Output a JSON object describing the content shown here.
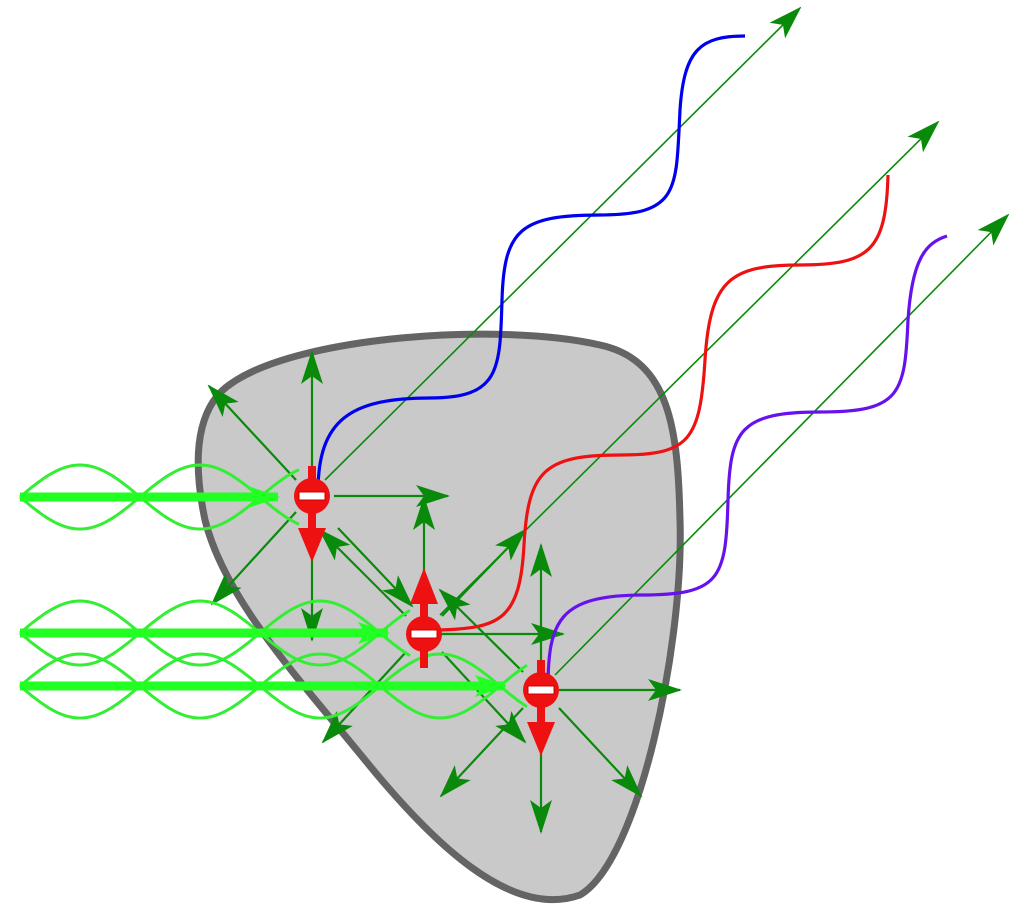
{
  "diagram": {
    "colors": {
      "background": "#ffffff",
      "blob_fill": "#c9c9c9",
      "blob_stroke": "#646464",
      "field_arrow": "#0a8a0a",
      "incident_light": "#33ee33",
      "incident_beam": "#22ff22",
      "electron": "#ee1111",
      "spin_arrow": "#ee1111",
      "electron_bar": "#ffffff",
      "scattered_blue": "#0000ee",
      "scattered_red": "#ee1111",
      "scattered_violet": "#6611ee"
    },
    "electron_symbol": "minus-sign",
    "electron_count": 3,
    "incoming_wave_count": 3,
    "scattered_wave_count": 3,
    "spin_directions": [
      "down",
      "up",
      "down"
    ],
    "scattered_wave_colors": [
      "blue",
      "red",
      "violet"
    ]
  }
}
